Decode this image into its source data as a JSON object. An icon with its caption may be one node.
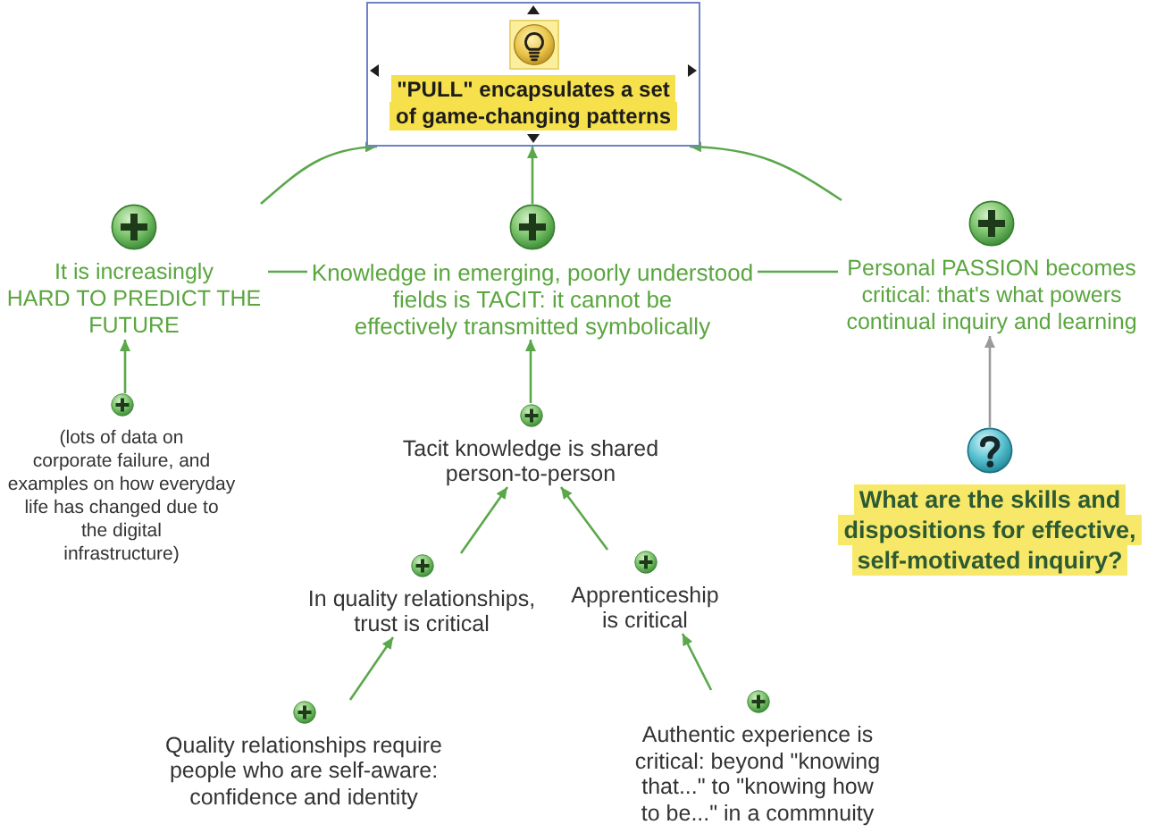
{
  "diagram": {
    "nodes": [
      {
        "text": [
          "\"PULL\" encapsulates a set of game-changing patterns"
        ]
      },
      {
        "text": [
          "It is increasingly HARD TO PREDICT THE FUTURE"
        ]
      },
      {
        "text": [
          "Knowledge in emerging, poorly understood fields is TACIT: it cannot be effectively transmitted symbolically"
        ]
      },
      {
        "text": [
          "Personal PASSION becomes critical: that's what powers continual inquiry and learning"
        ]
      },
      {
        "text": [
          "(lots of data on corporate failure, and examples on how everyday life has changed due to the digital infrastructure)"
        ]
      },
      {
        "text": [
          "Tacit knowledge is shared person-to-person"
        ]
      },
      {
        "text": [
          "What are the skills and dispositions for effective, self-motivated inquiry?"
        ]
      },
      {
        "text": [
          "In quality relationships, trust is critical"
        ]
      },
      {
        "text": [
          "Apprenticeship is critical"
        ]
      },
      {
        "text": [
          "Quality relationships require people who are self-aware: confidence and identity"
        ]
      },
      {
        "text": [
          "Authentic experience is critical: beyond \"knowing that...\" to \"knowing how to be...\" in a commnuity"
        ]
      }
    ],
    "edges": [
      {
        "from": 1,
        "to": 0,
        "arrow": "to"
      },
      {
        "from": 2,
        "to": 0,
        "arrow": "to"
      },
      {
        "from": 3,
        "to": 0,
        "arrow": "to"
      },
      {
        "from": 1,
        "to": 2,
        "arrow": "none"
      },
      {
        "from": 2,
        "to": 3,
        "arrow": "none"
      },
      {
        "from": 4,
        "to": 1,
        "arrow": "to"
      },
      {
        "from": 5,
        "to": 2,
        "arrow": "to"
      },
      {
        "from": 6,
        "to": 3,
        "arrow": "to",
        "color": "#9a9a9a"
      },
      {
        "from": 7,
        "to": 5,
        "arrow": "to"
      },
      {
        "from": 8,
        "to": 5,
        "arrow": "to"
      },
      {
        "from": 9,
        "to": 7,
        "arrow": "to"
      },
      {
        "from": 10,
        "to": 8,
        "arrow": "to"
      }
    ]
  }
}
